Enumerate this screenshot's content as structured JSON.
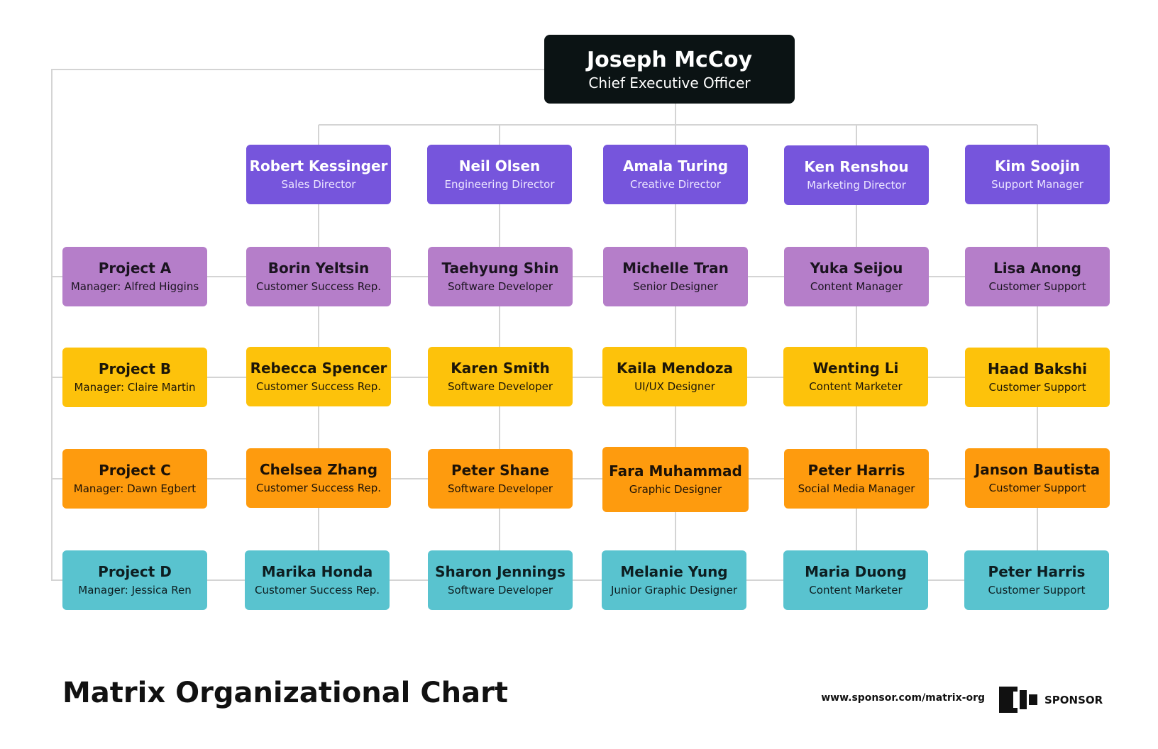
{
  "title": "Matrix Organizational Chart",
  "footer": {
    "url": "www.sponsor.com/matrix-org",
    "brand": "SPONSOR",
    "logo_icon": "sponsor-logo-icon"
  },
  "colors": {
    "ceo": "#0b1314",
    "directors": "#7655dc",
    "project_a": "#b57ec9",
    "project_b": "#fdc20b",
    "project_c": "#fe9b0e",
    "project_d": "#59c3cf",
    "connector": "#d4d4d4"
  },
  "ceo": {
    "name": "Joseph McCoy",
    "role": "Chief Executive Officer"
  },
  "directors": [
    {
      "name": "Robert Kessinger",
      "role": "Sales Director"
    },
    {
      "name": "Neil Olsen",
      "role": "Engineering Director"
    },
    {
      "name": "Amala Turing",
      "role": "Creative Director"
    },
    {
      "name": "Ken Renshou",
      "role": "Marketing Director"
    },
    {
      "name": "Kim Soojin",
      "role": "Support Manager"
    }
  ],
  "projects": [
    {
      "name": "Project A",
      "manager": "Manager: Alfred Higgins",
      "members": [
        {
          "name": "Borin Yeltsin",
          "role": "Customer Success Rep."
        },
        {
          "name": "Taehyung Shin",
          "role": "Software Developer"
        },
        {
          "name": "Michelle Tran",
          "role": "Senior Designer"
        },
        {
          "name": "Yuka Seijou",
          "role": "Content Manager"
        },
        {
          "name": "Lisa Anong",
          "role": "Customer Support"
        }
      ]
    },
    {
      "name": "Project B",
      "manager": "Manager: Claire Martin",
      "members": [
        {
          "name": "Rebecca Spencer",
          "role": "Customer Success Rep."
        },
        {
          "name": "Karen Smith",
          "role": "Software Developer"
        },
        {
          "name": "Kaila Mendoza",
          "role": "UI/UX Designer"
        },
        {
          "name": "Wenting Li",
          "role": "Content Marketer"
        },
        {
          "name": "Haad Bakshi",
          "role": "Customer Support"
        }
      ]
    },
    {
      "name": "Project C",
      "manager": "Manager: Dawn Egbert",
      "members": [
        {
          "name": "Chelsea Zhang",
          "role": "Customer Success Rep."
        },
        {
          "name": "Peter Shane",
          "role": "Software Developer"
        },
        {
          "name": "Fara Muhammad",
          "role": "Graphic Designer"
        },
        {
          "name": "Peter Harris",
          "role": "Social Media Manager"
        },
        {
          "name": "Janson Bautista",
          "role": "Customer Support"
        }
      ]
    },
    {
      "name": "Project D",
      "manager": "Manager: Jessica Ren",
      "members": [
        {
          "name": "Marika Honda",
          "role": "Customer Success Rep."
        },
        {
          "name": "Sharon Jennings",
          "role": "Software Developer"
        },
        {
          "name": "Melanie Yung",
          "role": "Junior Graphic Designer"
        },
        {
          "name": "Maria Duong",
          "role": "Content Marketer"
        },
        {
          "name": "Peter Harris",
          "role": "Customer Support"
        }
      ]
    }
  ]
}
